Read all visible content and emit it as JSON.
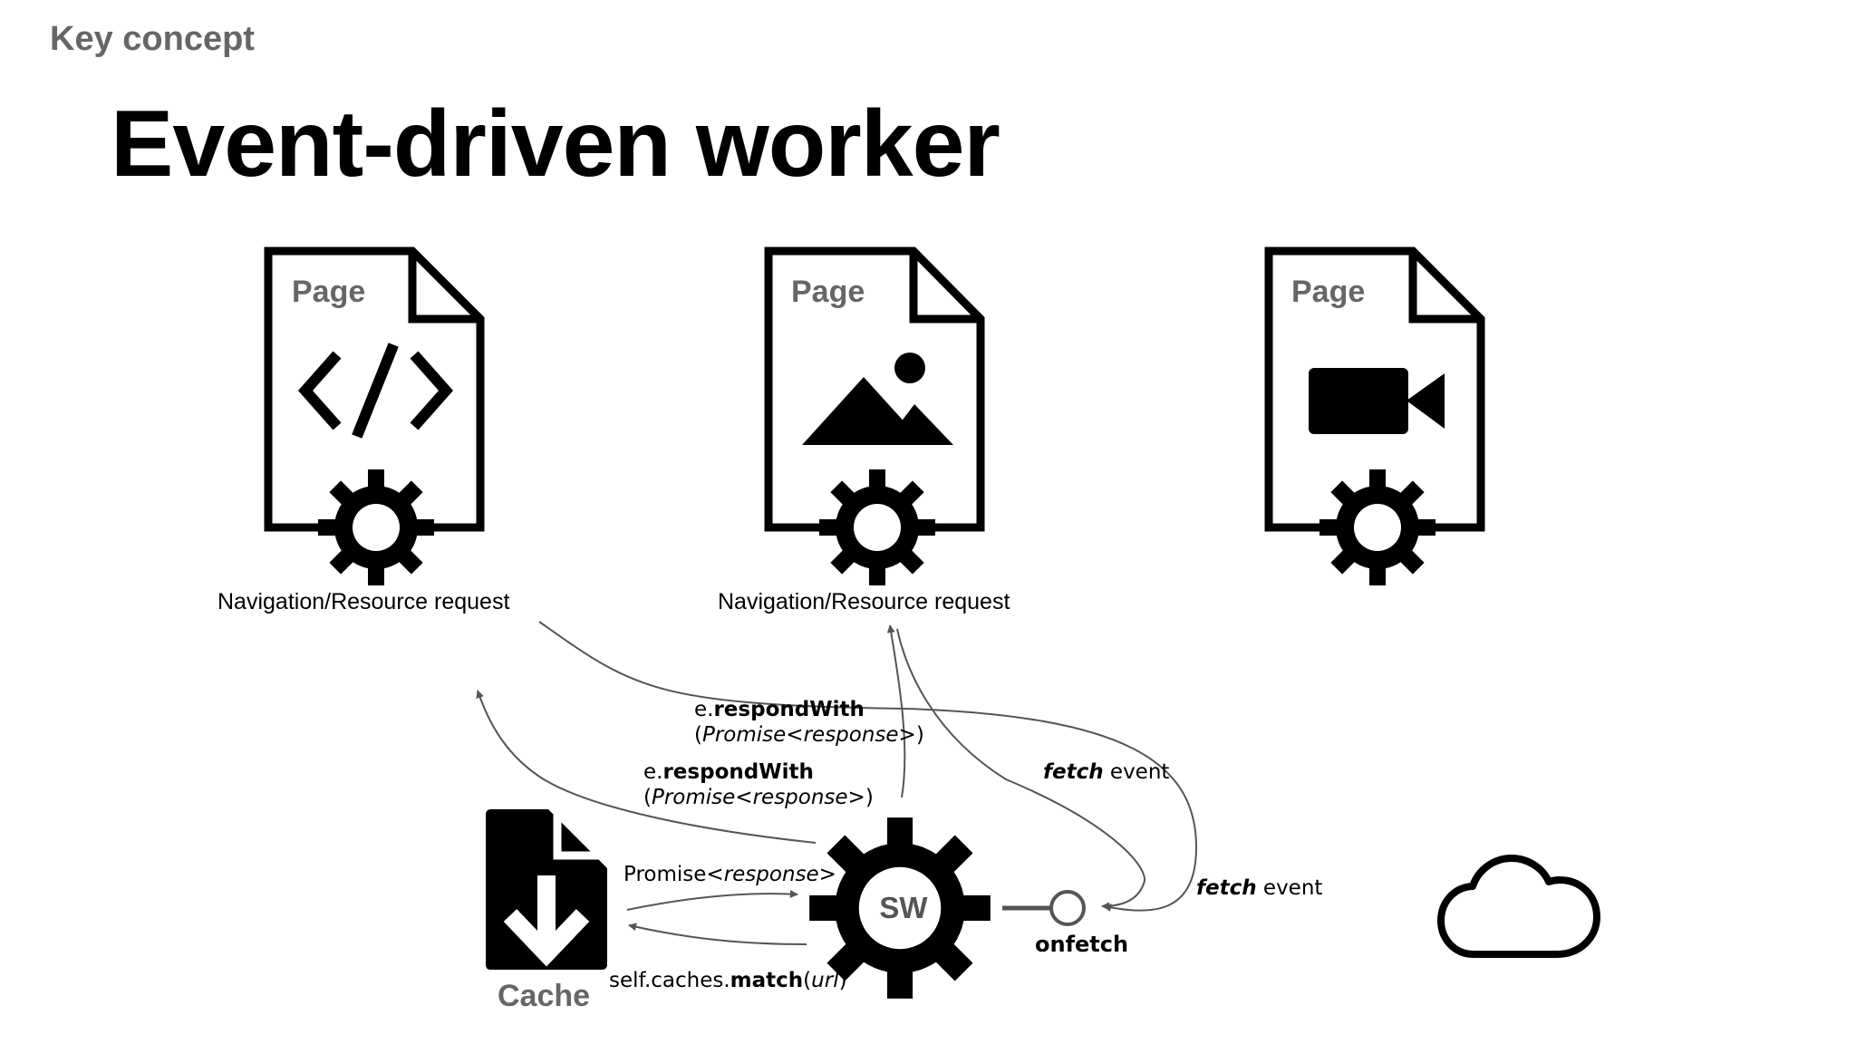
{
  "header": {
    "kicker": "Key concept",
    "title": "Event-driven worker"
  },
  "pages": [
    {
      "label": "Page",
      "content_icon": "code-icon"
    },
    {
      "label": "Page",
      "content_icon": "image-icon"
    },
    {
      "label": "Page",
      "content_icon": "video-camera-icon"
    }
  ],
  "request_labels": [
    "Navigation/Resource request",
    "Navigation/Resource request"
  ],
  "responds": [
    {
      "prefix": "e.",
      "method": "respondWith",
      "arg": "Promise<response>"
    },
    {
      "prefix": "e.",
      "method": "respondWith",
      "arg": "Promise<response>"
    }
  ],
  "fetch_events": [
    {
      "emph": "fetch",
      "rest": " event"
    },
    {
      "emph": "fetch",
      "rest": " event"
    }
  ],
  "cache": {
    "label": "Cache",
    "promise_prefix": "Promise<",
    "promise_arg": "response",
    "promise_suffix": ">",
    "match_prefix": "self.caches.",
    "match_method": "match",
    "match_open": "(",
    "match_arg": "url",
    "match_close": ")"
  },
  "sw": {
    "label": "SW",
    "handler": "onfetch"
  },
  "network": {
    "icon": "cloud-icon"
  },
  "colors": {
    "label_gray": "#666666",
    "arrow": "#555555",
    "ink": "#000000"
  }
}
